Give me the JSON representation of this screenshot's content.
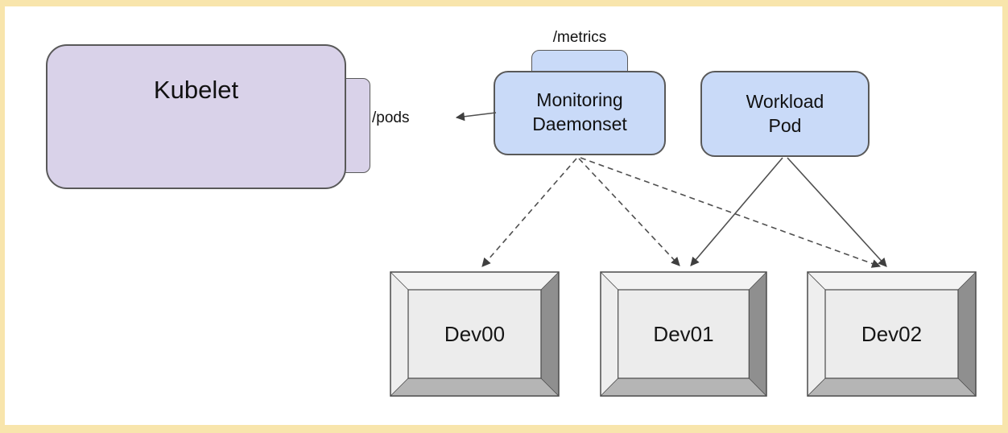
{
  "frame": {
    "border_color": "#f8e5ac",
    "background_color": "#ffffff"
  },
  "nodes": {
    "kubelet": {
      "label": "Kubelet",
      "fill": "#d9d2e9",
      "border": "#595959",
      "endpoint_label": "/pods"
    },
    "monitoring_daemonset": {
      "label": "Monitoring\nDaemonset",
      "fill": "#c9daf8",
      "border": "#595959",
      "endpoint_label": "/metrics"
    },
    "workload_pod": {
      "label": "Workload\nPod",
      "fill": "#c9daf8",
      "border": "#595959"
    },
    "devices": [
      {
        "label": "Dev00"
      },
      {
        "label": "Dev01"
      },
      {
        "label": "Dev02"
      }
    ]
  },
  "edges": [
    {
      "from": "monitoring_daemonset",
      "to": "kubelet",
      "endpoint": "/pods",
      "style": "solid-arrow"
    },
    {
      "from": "monitoring_daemonset",
      "to": "Dev00",
      "style": "dashed-arrow"
    },
    {
      "from": "monitoring_daemonset",
      "to": "Dev01",
      "style": "dashed-arrow"
    },
    {
      "from": "monitoring_daemonset",
      "to": "Dev02",
      "style": "dashed-arrow"
    },
    {
      "from": "workload_pod",
      "to": "Dev01",
      "style": "solid-arrow"
    },
    {
      "from": "workload_pod",
      "to": "Dev02",
      "style": "solid-arrow"
    }
  ],
  "edge_style": {
    "line_color": "#4f4f4f",
    "arrowhead_color": "#3f3f3f"
  },
  "device_style": {
    "bevel_top": "#f3f3f3",
    "bevel_left": "#eeeeee",
    "bevel_right": "#8f8f8f",
    "bevel_bottom": "#b5b5b5",
    "face": "#ececec",
    "outline": "#4a4a4a"
  }
}
